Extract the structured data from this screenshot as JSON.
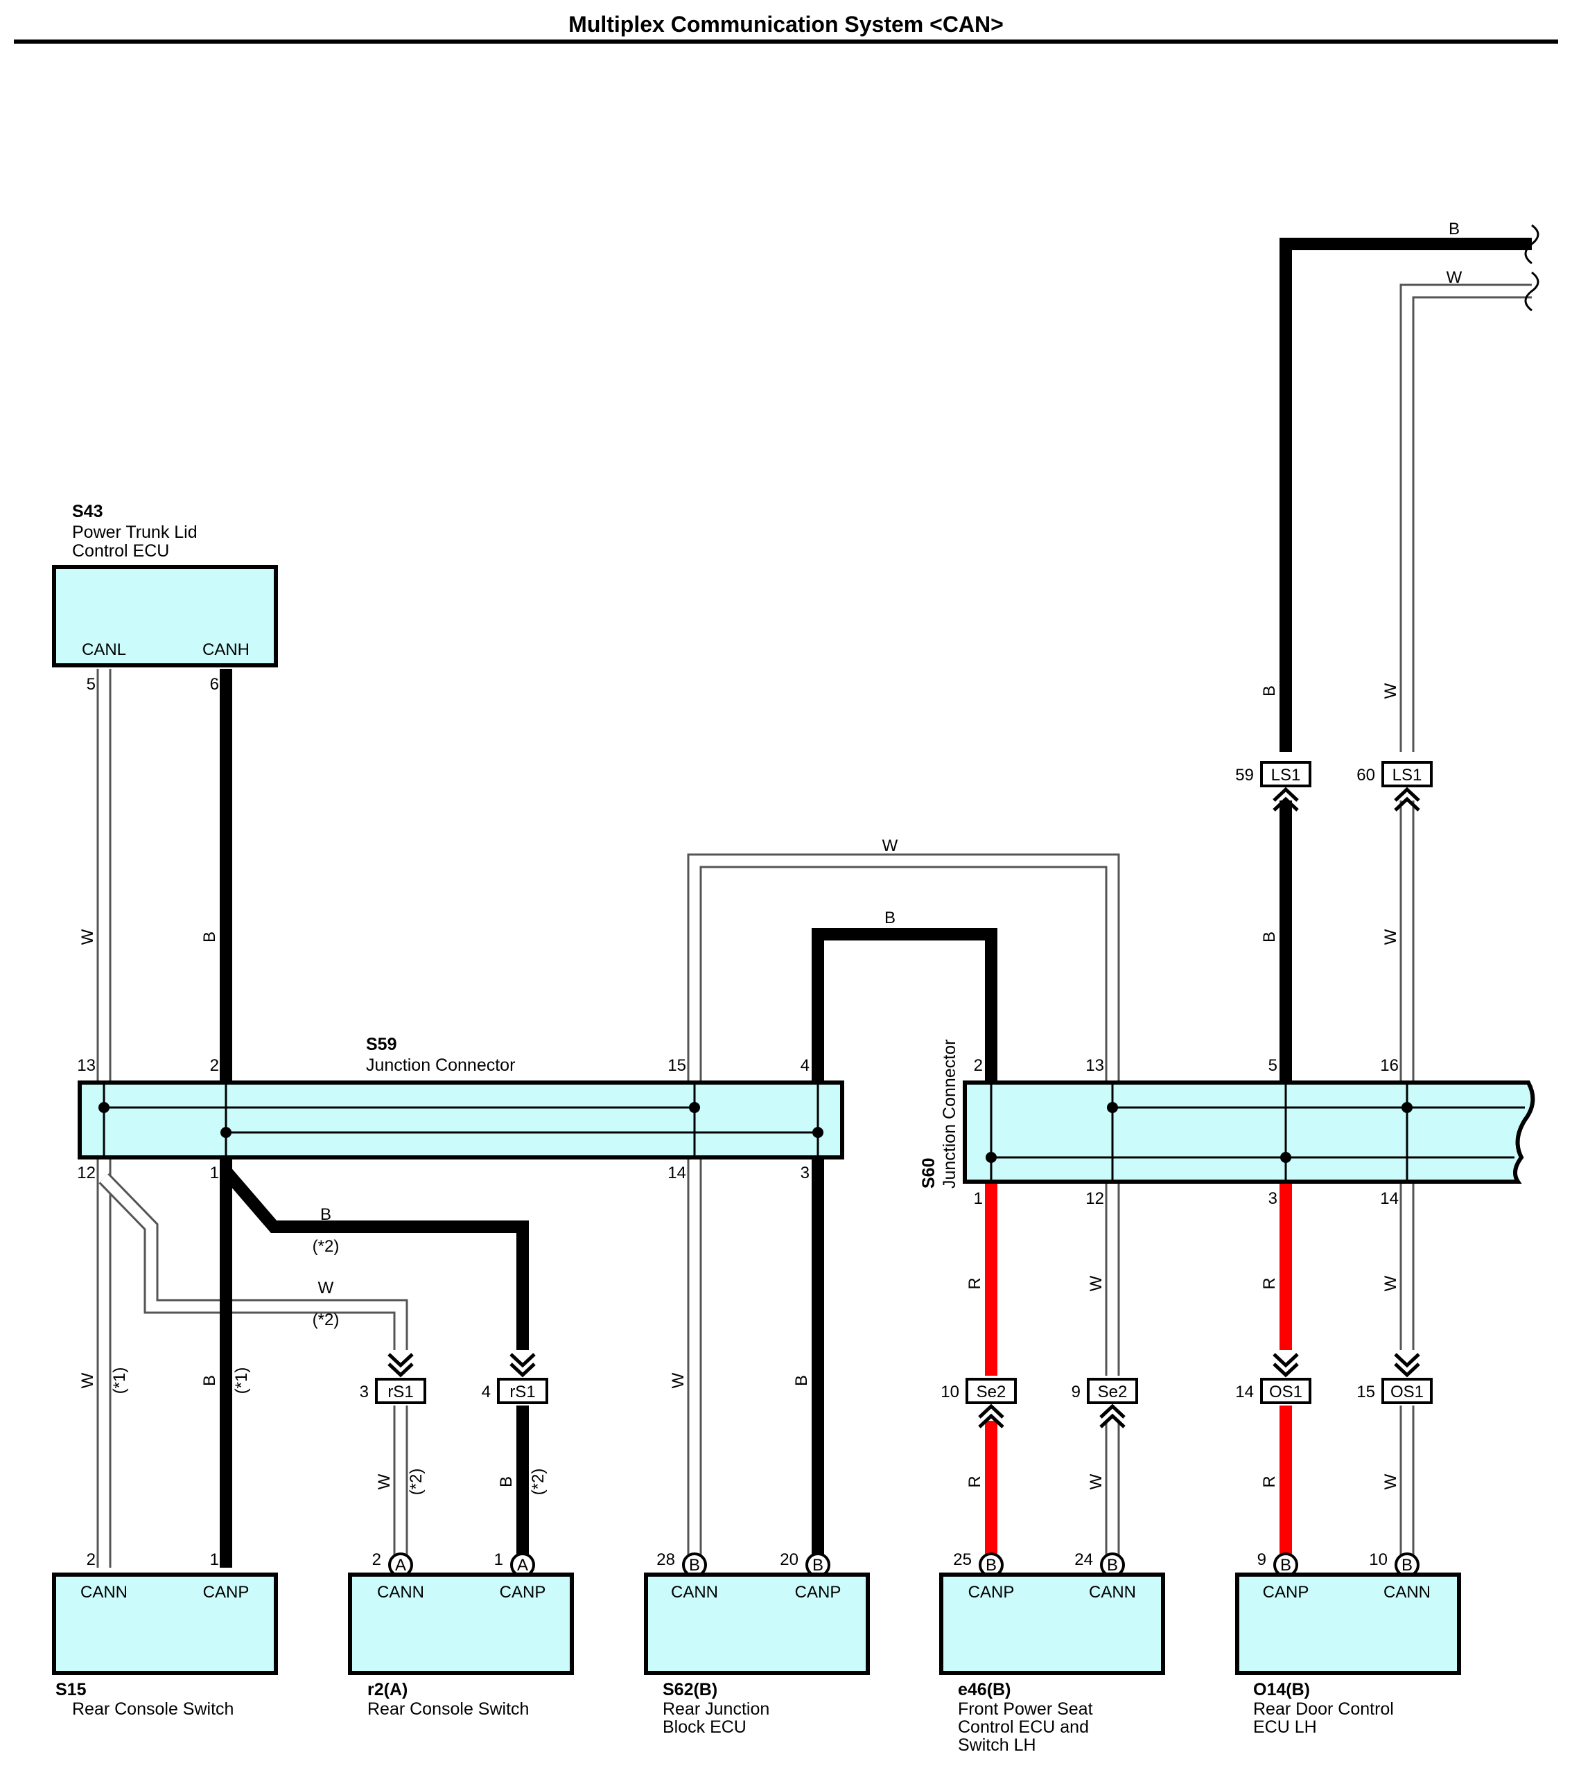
{
  "title": "Multiplex Communication System <CAN>",
  "wire_colors": {
    "B": "#000000",
    "W": "#ffffff",
    "R": "#ff0000"
  },
  "colors": {
    "component_fill": "#cbfbfb"
  },
  "components": {
    "s43": {
      "code": "S43",
      "name1": "Power Trunk Lid",
      "name2": "Control ECU",
      "term_l": "CANL",
      "term_r": "CANH",
      "pin_l": "5",
      "pin_r": "6"
    },
    "s15": {
      "code": "S15",
      "name1": "Rear Console Switch",
      "term_l": "CANN",
      "term_r": "CANP",
      "pin_l": "2",
      "pin_r": "1"
    },
    "r2": {
      "code": "r2(A)",
      "name1": "Rear Console Switch",
      "term_l": "CANN",
      "term_r": "CANP",
      "pin_l": "2",
      "pin_r": "1",
      "conn": "A"
    },
    "s62": {
      "code": "S62(B)",
      "name1": "Rear Junction",
      "name2": "Block ECU",
      "term_l": "CANN",
      "term_r": "CANP",
      "pin_l": "28",
      "pin_r": "20",
      "conn": "B"
    },
    "e46": {
      "code": "e46(B)",
      "name1": "Front Power Seat",
      "name2": "Control ECU and",
      "name3": "Switch LH",
      "term_l": "CANP",
      "term_r": "CANN",
      "pin_l": "25",
      "pin_r": "24",
      "conn": "B"
    },
    "o14": {
      "code": "O14(B)",
      "name1": "Rear Door Control",
      "name2": "ECU LH",
      "term_l": "CANP",
      "term_r": "CANN",
      "pin_l": "9",
      "pin_r": "10",
      "conn": "B"
    }
  },
  "junctions": {
    "s59": {
      "code": "S59",
      "name": "Junction Connector",
      "pins_top": [
        "13",
        "2",
        "15",
        "4"
      ],
      "pins_bottom": [
        "12",
        "1",
        "14",
        "3"
      ]
    },
    "s60": {
      "code": "S60",
      "name": "Junction Connector",
      "pins_top": [
        "2",
        "13",
        "5",
        "16"
      ],
      "pins_bottom": [
        "1",
        "12",
        "3",
        "14"
      ]
    }
  },
  "connectors": {
    "rs1_w": {
      "pin": "3",
      "tag": "rS1"
    },
    "rs1_b": {
      "pin": "4",
      "tag": "rS1"
    },
    "se2_r": {
      "pin": "10",
      "tag": "Se2"
    },
    "se2_w": {
      "pin": "9",
      "tag": "Se2"
    },
    "os1_r": {
      "pin": "14",
      "tag": "OS1"
    },
    "os1_w": {
      "pin": "15",
      "tag": "OS1"
    },
    "ls1_b": {
      "pin": "59",
      "tag": "LS1"
    },
    "ls1_w": {
      "pin": "60",
      "tag": "LS1"
    }
  },
  "wire_labels": {
    "black": "B",
    "white": "W",
    "red": "R"
  },
  "notes": {
    "n1": "(*1)",
    "n2": "(*2)"
  }
}
